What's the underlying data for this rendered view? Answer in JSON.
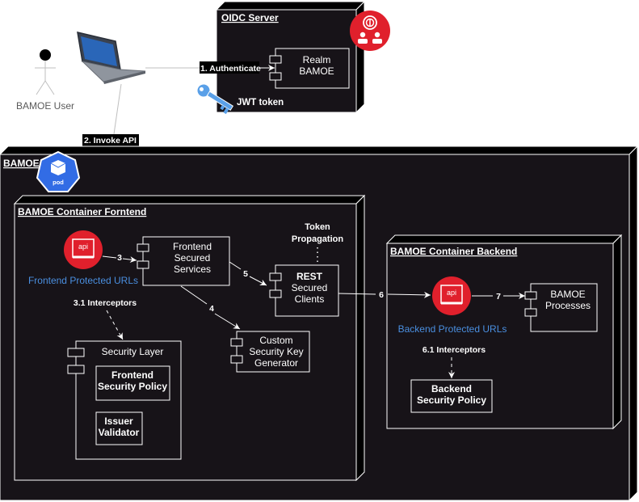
{
  "actor": {
    "label": "BAMOE User"
  },
  "oidc": {
    "title": "OIDC Server",
    "realm": [
      "Realm",
      "BAMOE"
    ],
    "token": "JWT token"
  },
  "bamoe": {
    "title": "BAMOE",
    "pod_label": "pod"
  },
  "frontend": {
    "title": "BAMOE Container Forntend",
    "api_label": "api",
    "protected_urls": "Frontend Protected URLs",
    "services": [
      "Frontend",
      "Secured",
      "Services"
    ],
    "rest_clients": [
      "REST",
      "Secured",
      "Clients"
    ],
    "key_generator": [
      "Custom",
      "Security Key",
      "Generator"
    ],
    "security_layer": "Security Layer",
    "policy": [
      "Frontend",
      "Security Policy"
    ],
    "issuer": [
      "Issuer",
      "Validator"
    ],
    "token_propagation": [
      "Token",
      "Propagation"
    ]
  },
  "backend": {
    "title": "BAMOE Container Backend",
    "api_label": "api",
    "protected_urls": "Backend Protected URLs",
    "processes": [
      "BAMOE",
      "Processes"
    ],
    "policy": [
      "Backend",
      "Security Policy"
    ]
  },
  "edges": {
    "authenticate": "1. Authenticate",
    "invoke": "2. Invoke API",
    "e3": "3",
    "e31": "3.1 Interceptors",
    "e4": "4",
    "e5": "5",
    "e6": "6",
    "e7": "7",
    "e61": "6.1 Interceptors"
  },
  "colors": {
    "background": "#171318",
    "api_red": "#e0202c",
    "pod_blue": "#326ce5",
    "link_blue": "#4a8fe0"
  }
}
